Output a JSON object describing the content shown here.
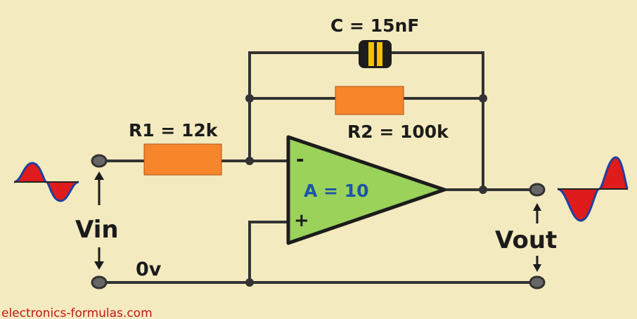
{
  "diagram": {
    "capacitor_label": "C = 15nF",
    "r1_label": "R1 = 12k",
    "r2_label": "R2 = 100k",
    "gain_label": "A = 10",
    "inv_sign": "-",
    "noninv_sign": "+",
    "vin_label": "Vin",
    "vout_label": "Vout",
    "ground_label": "0v",
    "credit": "electronics-formulas.com"
  },
  "colors": {
    "background": "#f4eabf",
    "resistor": "#f7852c",
    "opamp_fill": "#9bd25a",
    "wire": "#333333",
    "wave": "#e01b1b",
    "gain_text": "#1a55a8",
    "credit_text": "#c01818"
  }
}
